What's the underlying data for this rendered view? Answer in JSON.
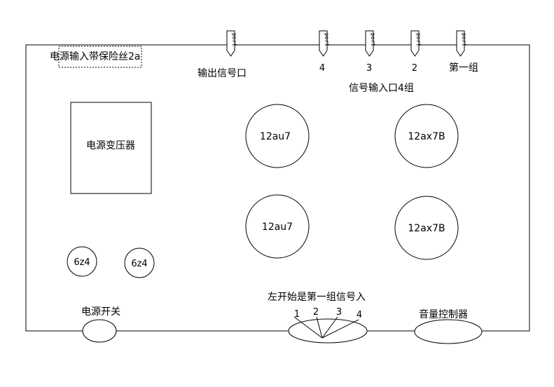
{
  "labels": {
    "fuse": "电源输入带保险丝2a",
    "transformer": "电源变压器",
    "output_port": "输出信号口",
    "input_ports": "信号输入口4组",
    "power_switch": "电源开关",
    "selector_note": "左开始是第一组信号入",
    "volume": "音量控制器"
  },
  "ports": {
    "output": {
      "text": "port"
    },
    "inputs": [
      {
        "text": "port",
        "label": "4"
      },
      {
        "text": "port",
        "label": "3"
      },
      {
        "text": "port",
        "label": "2"
      },
      {
        "text": "port",
        "label": "第一组"
      }
    ]
  },
  "tubes": [
    {
      "label": "12au7"
    },
    {
      "label": "12ax7B"
    },
    {
      "label": "12au7"
    },
    {
      "label": "12ax7B"
    }
  ],
  "rectifiers": [
    {
      "label": "6z4"
    },
    {
      "label": "6z4"
    }
  ],
  "selector": {
    "positions": [
      "1",
      "2",
      "3",
      "4"
    ]
  }
}
